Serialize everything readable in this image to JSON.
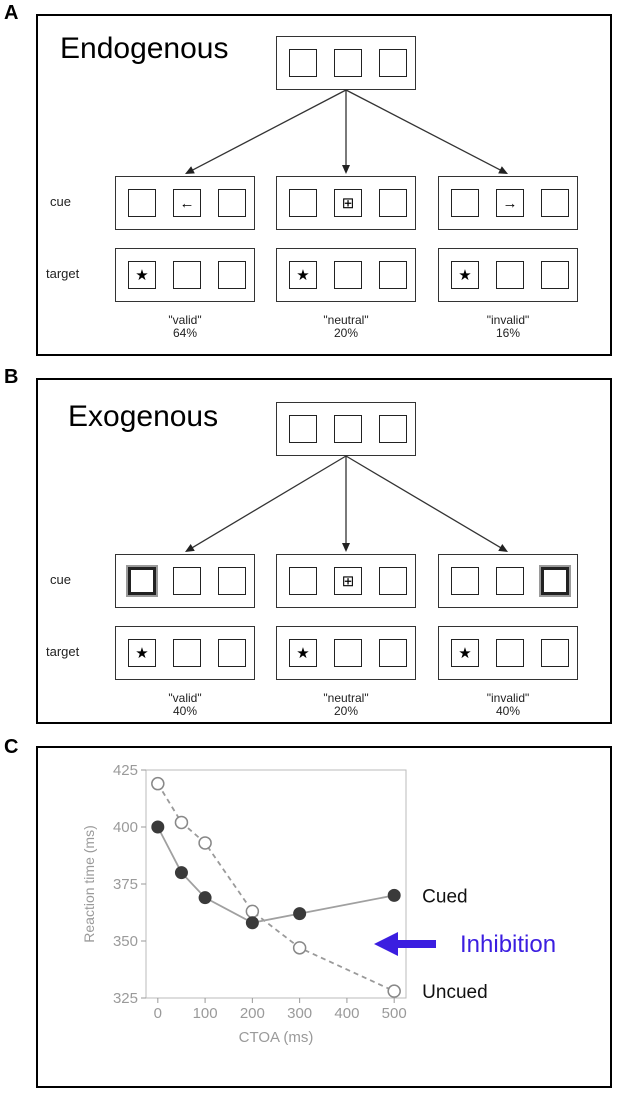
{
  "panels": {
    "a": {
      "letter": "A",
      "title": "Endogenous",
      "row_labels": {
        "cue": "cue",
        "target": "target"
      },
      "conditions": [
        {
          "name": "\"valid\"",
          "pct": "64%",
          "cue_symbol": "←"
        },
        {
          "name": "\"neutral\"",
          "pct": "20%",
          "cue_symbol": "⊞"
        },
        {
          "name": "\"invalid\"",
          "pct": "16%",
          "cue_symbol": "→"
        }
      ],
      "target_symbol": "★"
    },
    "b": {
      "letter": "B",
      "title": "Exogenous",
      "row_labels": {
        "cue": "cue",
        "target": "target"
      },
      "conditions": [
        {
          "name": "\"valid\"",
          "pct": "40%",
          "cue_symbol": ""
        },
        {
          "name": "\"neutral\"",
          "pct": "20%",
          "cue_symbol": "⊞"
        },
        {
          "name": "\"invalid\"",
          "pct": "40%",
          "cue_symbol": ""
        }
      ],
      "target_symbol": "★"
    },
    "c": {
      "letter": "C"
    }
  },
  "chart_data": {
    "type": "line",
    "xlabel": "CTOA (ms)",
    "ylabel": "Reaction time (ms)",
    "xlim": [
      -25,
      525
    ],
    "ylim": [
      325,
      425
    ],
    "x_ticks": [
      0,
      100,
      200,
      300,
      400,
      500
    ],
    "y_ticks": [
      325,
      350,
      375,
      400,
      425
    ],
    "series": [
      {
        "name": "Cued",
        "style": "solid",
        "marker": "filled",
        "color": "#3a3a3a",
        "x": [
          0,
          50,
          100,
          200,
          300,
          500
        ],
        "y": [
          400,
          380,
          369,
          358,
          362,
          370
        ]
      },
      {
        "name": "Uncued",
        "style": "dashed",
        "marker": "open",
        "color": "#888888",
        "x": [
          0,
          50,
          100,
          200,
          300,
          500
        ],
        "y": [
          419,
          402,
          393,
          363,
          347,
          328
        ]
      }
    ],
    "annotation": {
      "text": "Inhibition",
      "color": "#3b1ee0"
    },
    "grid": false
  }
}
